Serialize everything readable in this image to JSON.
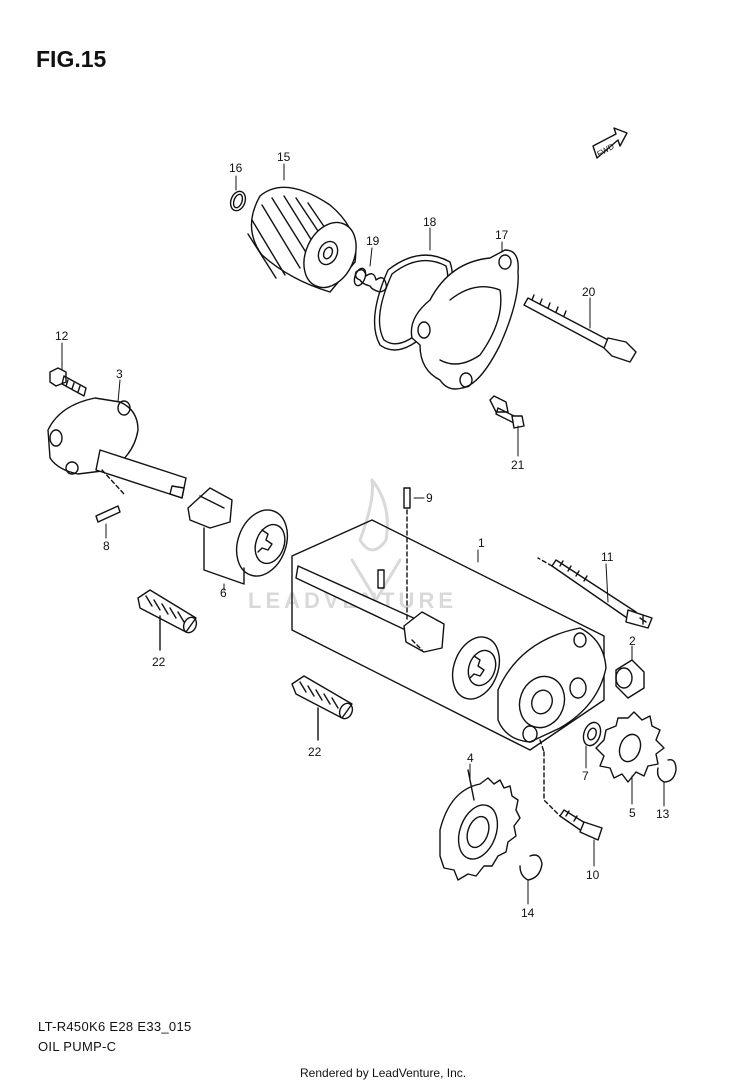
{
  "figure": {
    "title": "FIG.15",
    "model_code": "LT-R450K6 E28 E33_015",
    "section_name": "OIL PUMP-C",
    "credit": "Rendered by LeadVenture, Inc.",
    "watermark": "LEADVENTURE",
    "fwd_label": "FWD"
  },
  "callouts": [
    "1",
    "2",
    "3",
    "4",
    "5",
    "6",
    "7",
    "8",
    "9",
    "10",
    "11",
    "12",
    "13",
    "14",
    "15",
    "16",
    "17",
    "18",
    "19",
    "20",
    "21",
    "22",
    "22"
  ],
  "colors": {
    "ink": "#111111",
    "watermark": "#d9d9d9",
    "background": "#ffffff"
  }
}
